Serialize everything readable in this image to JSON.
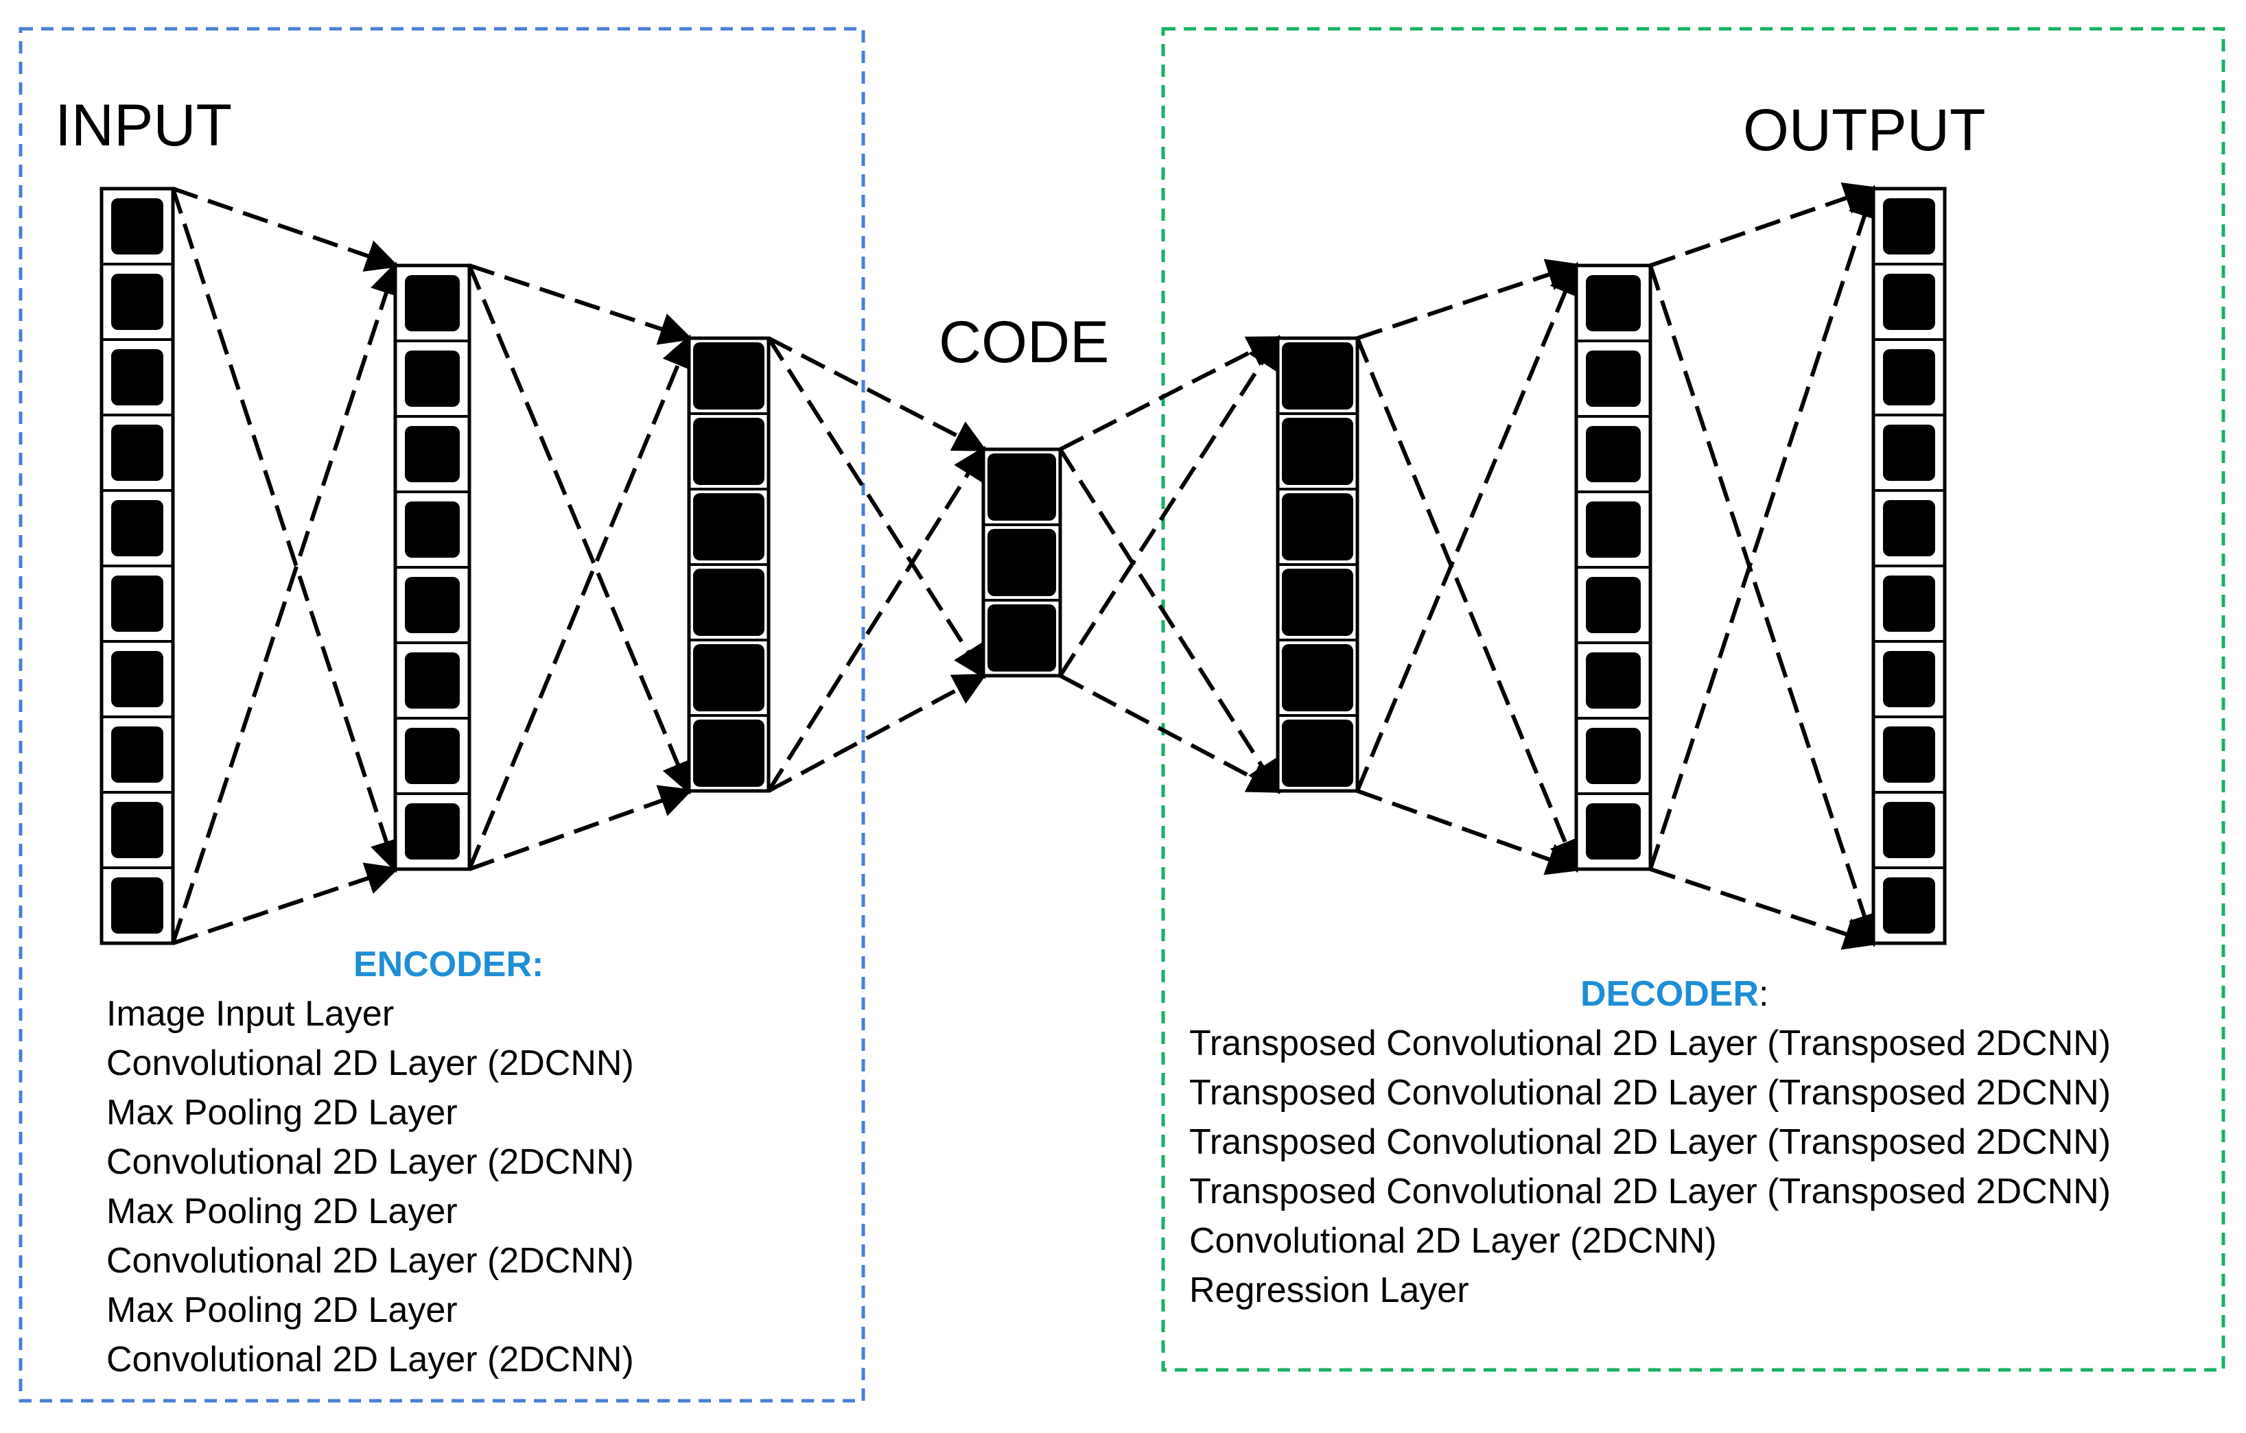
{
  "input_label": "INPUT",
  "code_label": "CODE",
  "output_label": "OUTPUT",
  "encoder": {
    "heading": "ENCODER:",
    "layers": [
      "Image Input Layer",
      "Convolutional 2D Layer (2DCNN)",
      "Max Pooling 2D Layer",
      "Convolutional 2D Layer (2DCNN)",
      "Max Pooling 2D Layer",
      "Convolutional 2D Layer (2DCNN)",
      "Max Pooling 2D Layer",
      "Convolutional 2D Layer (2DCNN)"
    ]
  },
  "decoder": {
    "heading": "DECODER",
    "heading_suffix": ":",
    "layers": [
      "Transposed Convolutional 2D Layer (Transposed 2DCNN)",
      "Transposed Convolutional 2D Layer (Transposed 2DCNN)",
      "Transposed Convolutional 2D Layer (Transposed 2DCNN)",
      "Transposed Convolutional 2D Layer (Transposed 2DCNN)",
      "Convolutional 2D Layer (2DCNN)",
      "Regression Layer"
    ]
  },
  "colors": {
    "encoder_border": "#4a7fd4",
    "decoder_border": "#19b064",
    "heading": "#1f8ed6"
  }
}
